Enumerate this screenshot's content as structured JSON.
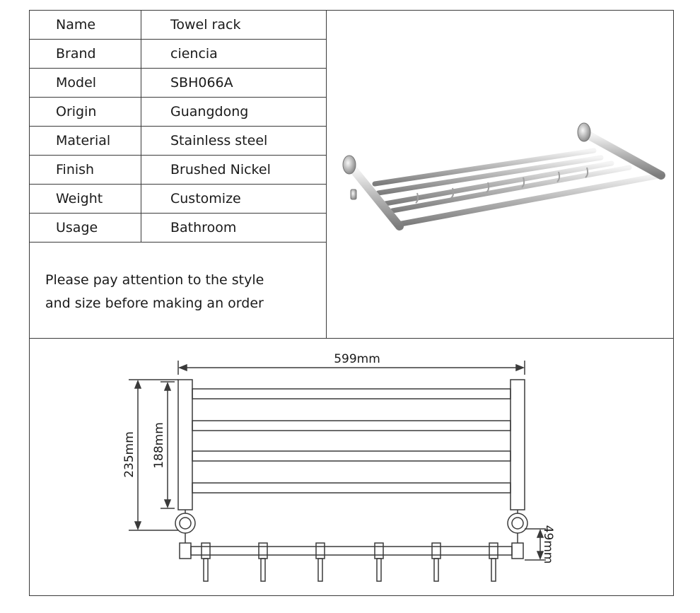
{
  "specs": [
    {
      "label": "Name",
      "value": "Towel rack"
    },
    {
      "label": "Brand",
      "value": "ciencia"
    },
    {
      "label": "Model",
      "value": "SBH066A"
    },
    {
      "label": "Origin",
      "value": "Guangdong"
    },
    {
      "label": "Material",
      "value": "Stainless steel"
    },
    {
      "label": "Finish",
      "value": "Brushed Nickel"
    },
    {
      "label": "Weight",
      "value": "Customize"
    },
    {
      "label": "Usage",
      "value": "Bathroom"
    }
  ],
  "note": {
    "line1": "Please pay attention to the style",
    "line2": "and size before making an order"
  },
  "dimensions": {
    "width": "599mm",
    "overall_height": "235mm",
    "rack_height": "188mm",
    "hook_offset": "49mm"
  },
  "colors": {
    "line": "#3a3a3a",
    "steel_light": "#e8e8e8",
    "steel_dark": "#8a8a8a"
  }
}
